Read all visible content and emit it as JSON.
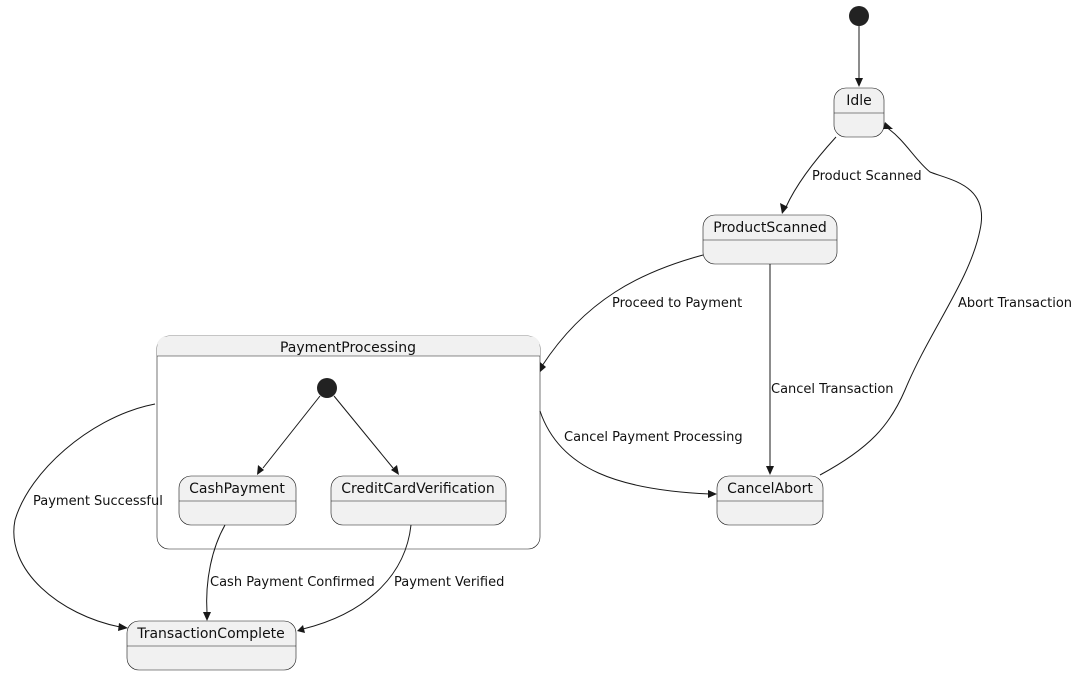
{
  "diagram": {
    "type": "state-machine",
    "states": {
      "idle": "Idle",
      "product_scanned": "ProductScanned",
      "payment_processing": "PaymentProcessing",
      "cash_payment": "CashPayment",
      "credit_card_verification": "CreditCardVerification",
      "cancel_abort": "CancelAbort",
      "transaction_complete": "TransactionComplete"
    },
    "transitions": {
      "product_scanned": "Product Scanned",
      "proceed_to_payment": "Proceed to Payment",
      "cancel_transaction": "Cancel Transaction",
      "cancel_payment_processing": "Cancel Payment Processing",
      "abort_transaction": "Abort Transaction",
      "payment_successful": "Payment Successful",
      "cash_payment_confirmed": "Cash Payment Confirmed",
      "payment_verified": "Payment Verified"
    },
    "colors": {
      "state_fill": "#f1f1f1",
      "stroke": "#181818",
      "initial": "#222222"
    }
  }
}
